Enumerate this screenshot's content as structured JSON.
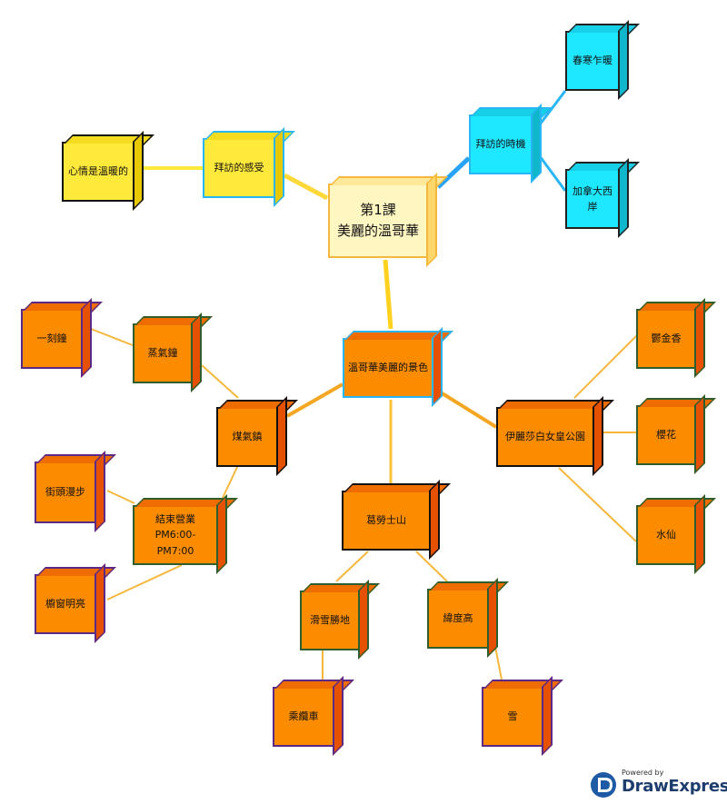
{
  "nodes": {
    "root": "第1課\n美麗的溫哥華",
    "visit_feeling": "拜訪的感受",
    "warm_mood": "心情是溫暖的",
    "visit_timing": "拜訪的時機",
    "early_spring": "春寒乍暖",
    "canada_west": "加拿大西岸",
    "scenery": "溫哥華美麗的景色",
    "gastown": "煤氣鎮",
    "steam_clock": "蒸氣鐘",
    "quarter_hour": "一刻鐘",
    "closing_time": "結束營業\nPM6:00-PM7:00",
    "street_stroll": "街頭漫步",
    "bright_windows": "櫥窗明亮",
    "grouse": "葛勞士山",
    "ski_resort": "滑雪勝地",
    "cable_car": "乘纜車",
    "latitude": "緯度高",
    "snow": "雪",
    "qe_park": "伊麗莎白女皇公園",
    "tulip": "鬱金香",
    "cherry": "櫻花",
    "narcissus": "水仙"
  },
  "footer": {
    "powered_by": "Powered by",
    "brand": "DrawExpress"
  },
  "colors": {
    "orange": "#fb8c00",
    "cyan": "#1ee8ff",
    "yellow": "#ffea3b",
    "center": "#fff6c2"
  }
}
